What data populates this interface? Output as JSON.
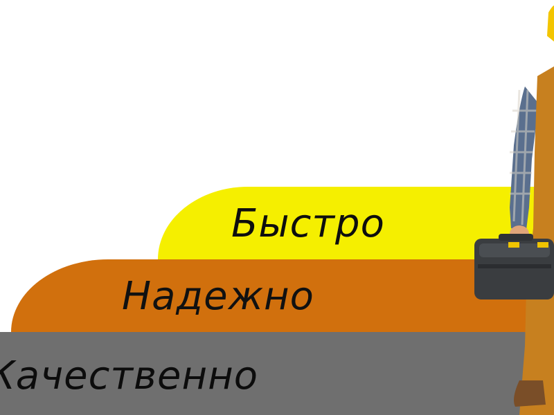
{
  "bands": {
    "fast": "Быстро",
    "reliable": "Надежно",
    "quality": "Качественно"
  },
  "colors": {
    "yellow": "#f5ef00",
    "orange": "#d1700d",
    "gray": "#6f6f6f",
    "overall": "#c7801f",
    "toolbox": "#3a3d40"
  }
}
